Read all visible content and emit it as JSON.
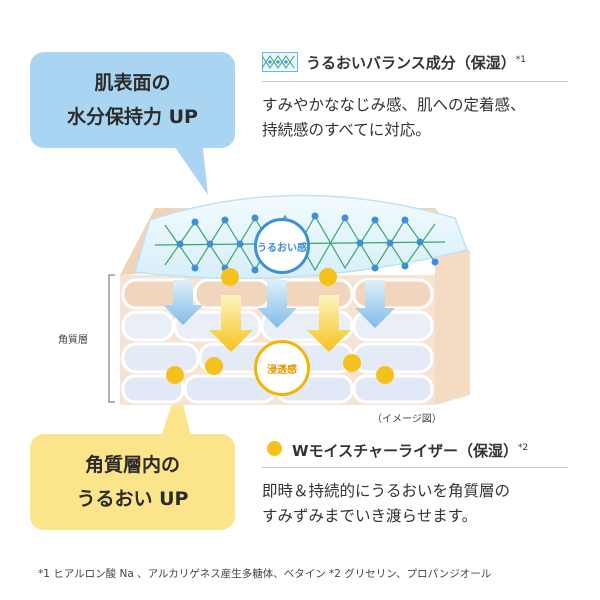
{
  "callouts": {
    "surface_line1": "肌表面の",
    "surface_line2": "水分保持力 UP",
    "inner_line1": "角質層内の",
    "inner_line2": "うるおい UP"
  },
  "balance": {
    "title": "うるおいバランス成分（保湿）",
    "note_mark": "*1",
    "desc_line1": "すみやかななじみ感、肌への定着感、",
    "desc_line2": "持続感のすべてに対応。"
  },
  "moisturizer": {
    "title": "Wモイスチャーライザー（保湿）",
    "note_mark": "*2",
    "desc_line1": "即時＆持続的にうるおいを角質層の",
    "desc_line2": "すみずみまでいき渡らせます。"
  },
  "diagram": {
    "badge_top": "うるおい感",
    "badge_bottom": "浸透感",
    "layer_label": "角質層",
    "caption": "（イメージ図）"
  },
  "footnote": "*1 ヒアルロン酸 Na 、アルカリゲネス産生多糖体、ベタイン *2 グリセリン、プロパンジオール",
  "colors": {
    "blue_bubble": "#a9d4f2",
    "yellow_bubble": "#fce48a",
    "net_green": "#3aa865",
    "dot_blue": "#3d8fd8",
    "dot_yellow": "#f5c21b",
    "skin": "#f3d8bd"
  }
}
